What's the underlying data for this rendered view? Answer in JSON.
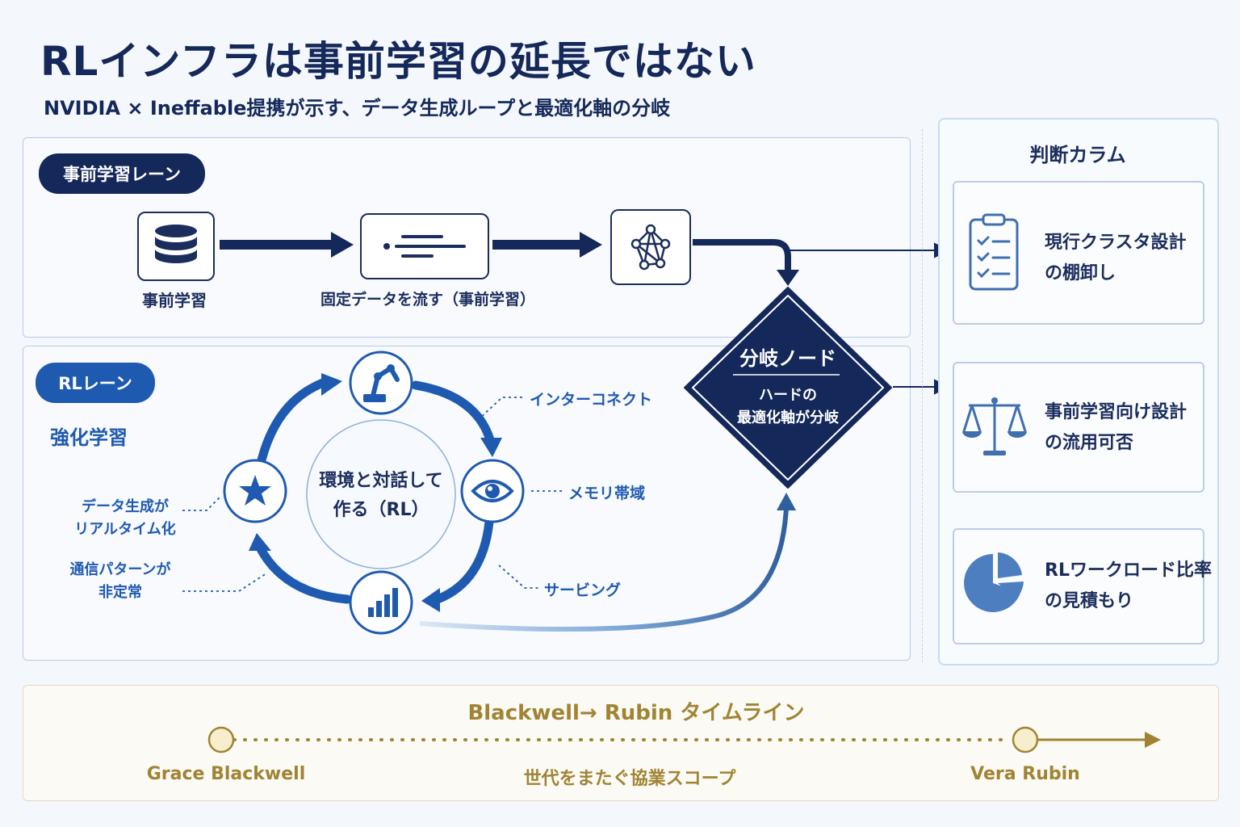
{
  "header": {
    "title": "RLインフラは事前学習の延長ではない",
    "subtitle": "NVIDIA × Ineffable提携が示す、データ生成ループと最適化軸の分岐"
  },
  "pretraining_lane": {
    "badge": "事前学習レーン",
    "steps": [
      {
        "icon": "database-icon",
        "label": "事前学習"
      },
      {
        "icon": "data-stream-icon",
        "label": "固定データを流す（事前学習）"
      },
      {
        "icon": "neural-network-icon",
        "label": ""
      }
    ]
  },
  "rl_lane": {
    "badge": "RLレーン",
    "heading": "強化学習",
    "cycle_center": [
      "環境と対話して",
      "作る（RL）"
    ],
    "cycle_nodes": [
      "robot-arm-icon",
      "eye-icon",
      "bar-chart-icon",
      "star-icon"
    ],
    "annotations": {
      "interconnect": "インターコネクト",
      "memory": "メモリ帯域",
      "serving": "サービング",
      "data_gen": [
        "データ生成が",
        "リアルタイム化"
      ],
      "comm": [
        "通信パターンが",
        "非定常"
      ]
    }
  },
  "branch_node": {
    "title": "分岐ノード",
    "body": [
      "ハードの",
      "最適化軸が分岐"
    ]
  },
  "judgment_column": {
    "title": "判断カラム",
    "cards": [
      {
        "icon": "clipboard-checklist-icon",
        "lines": [
          "現行クラスタ設計",
          "の棚卸し"
        ]
      },
      {
        "icon": "scales-icon",
        "lines": [
          "事前学習向け設計",
          "の流用可否"
        ]
      },
      {
        "icon": "pie-chart-icon",
        "lines": [
          "RLワークロード比率",
          "の見積もり"
        ]
      }
    ]
  },
  "timeline": {
    "title": "Blackwell→ Rubin タイムライン",
    "start": "Grace Blackwell",
    "middle": "世代をまたぐ協業スコープ",
    "end": "Vera Rubin"
  },
  "colors": {
    "navy": "#14285a",
    "rl_blue": "#1f5ab1",
    "gold": "#a08433",
    "panel_border": "#b9cbe3"
  }
}
